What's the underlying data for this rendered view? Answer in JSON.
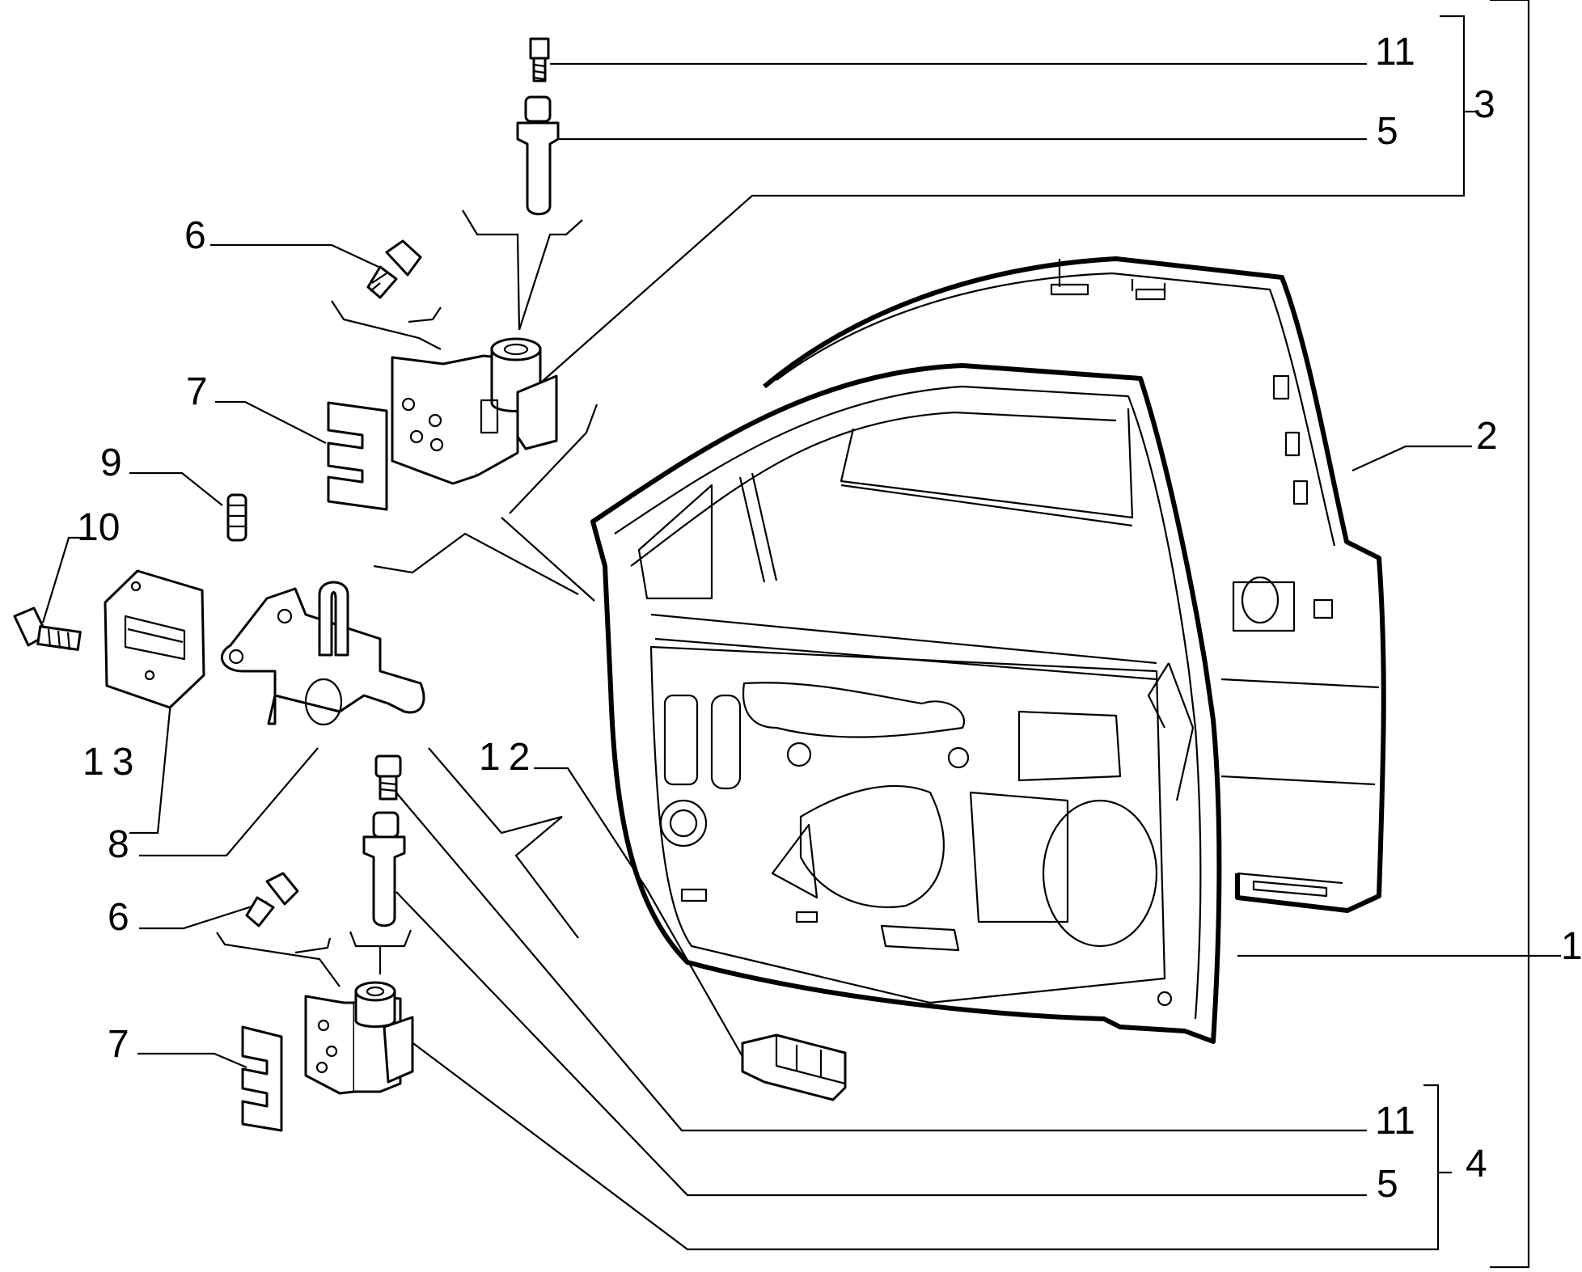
{
  "callouts": {
    "c11_top": "11",
    "c5_top": "5",
    "c3": "3",
    "c6_top": "6",
    "c7_top": "7",
    "c2": "2",
    "c9": "9",
    "c10": "10",
    "c13": "13",
    "c12": "12",
    "c8": "8",
    "c6_bot": "6",
    "c1": "1",
    "c7_bot": "7",
    "c11_bot": "11",
    "c5_bot": "5",
    "c4": "4"
  }
}
